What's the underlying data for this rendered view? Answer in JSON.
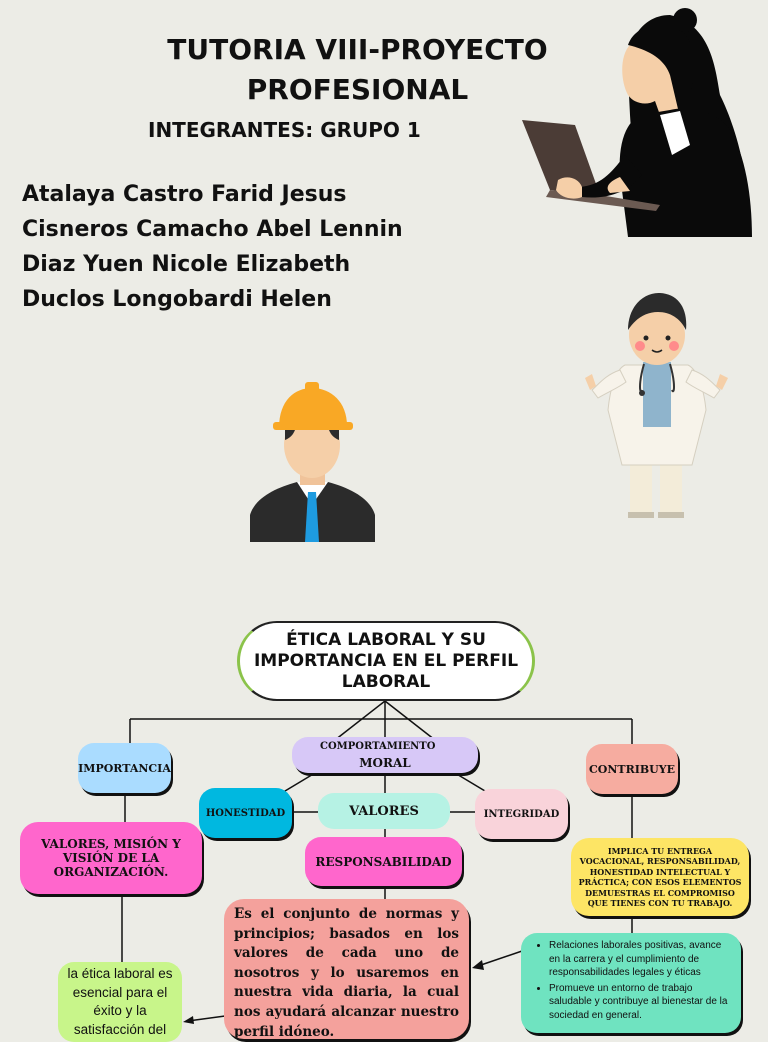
{
  "header": {
    "title": "TUTORIA VIII-PROYECTO\nPROFESIONAL",
    "subtitle": "INTEGRANTES: GRUPO 1"
  },
  "members": [
    "Atalaya Castro Farid Jesus",
    "Cisneros Camacho Abel Lennin",
    "Diaz Yuen Nicole Elizabeth",
    "Duclos Longobardi Helen"
  ],
  "illustrations": [
    "woman-laptop-icon",
    "doctor-icon",
    "engineer-icon"
  ],
  "diagram": {
    "main": "ÉTICA LABORAL Y SU IMPORTANCIA EN EL PERFIL LABORAL",
    "importancia": "IMPORTANCIA",
    "comportamiento_top": "COMPORTAMIENTO",
    "comportamiento_bottom": "MORAL",
    "contribuye": "CONTRIBUYE",
    "honestidad": "HONESTIDAD",
    "valores": "VALORES",
    "integridad": "INTEGRIDAD",
    "valores_mision": "VALORES, MISIÓN Y VISIÓN DE LA ORGANIZACIÓN.",
    "responsabilidad": "RESPONSABILIDAD",
    "implica": "IMPLICA TU ENTREGA VOCACIONAL, RESPONSABILIDAD, HONESTIDAD INTELECTUAL Y PRÁCTICA; CON ESOS ELEMENTOS DEMUESTRAS EL COMPROMISO QUE TIENES CON TU TRABAJO.",
    "definicion": "Es el conjunto de normas y principios; basados en los valores de cada uno de nosotros y lo usaremos en nuestra vida diaria, la cual nos ayudará alcanzar nuestro perfil idóneo.",
    "etica_esencial": "la ética laboral es esencial para el éxito y la satisfacción del",
    "bullet_1": "Relaciones laborales positivas, avance en la carrera y el cumplimiento de responsabilidades legales y éticas",
    "bullet_2": "Promueve un entorno de trabajo saludable y contribuye al bienestar de la sociedad en general."
  },
  "colors": {
    "background": "#ecece6",
    "importancia": "#aadcff",
    "comportamiento": "#d7c8f7",
    "contribuye": "#f6aca0",
    "honestidad": "#00b8e0",
    "valores": "#b6f2e4",
    "integridad": "#f9d3da",
    "pink": "#ff66cc",
    "yellow": "#fde565",
    "salmon": "#f4a19c",
    "mint": "#6fe3c0",
    "lime": "#c8f58a"
  }
}
